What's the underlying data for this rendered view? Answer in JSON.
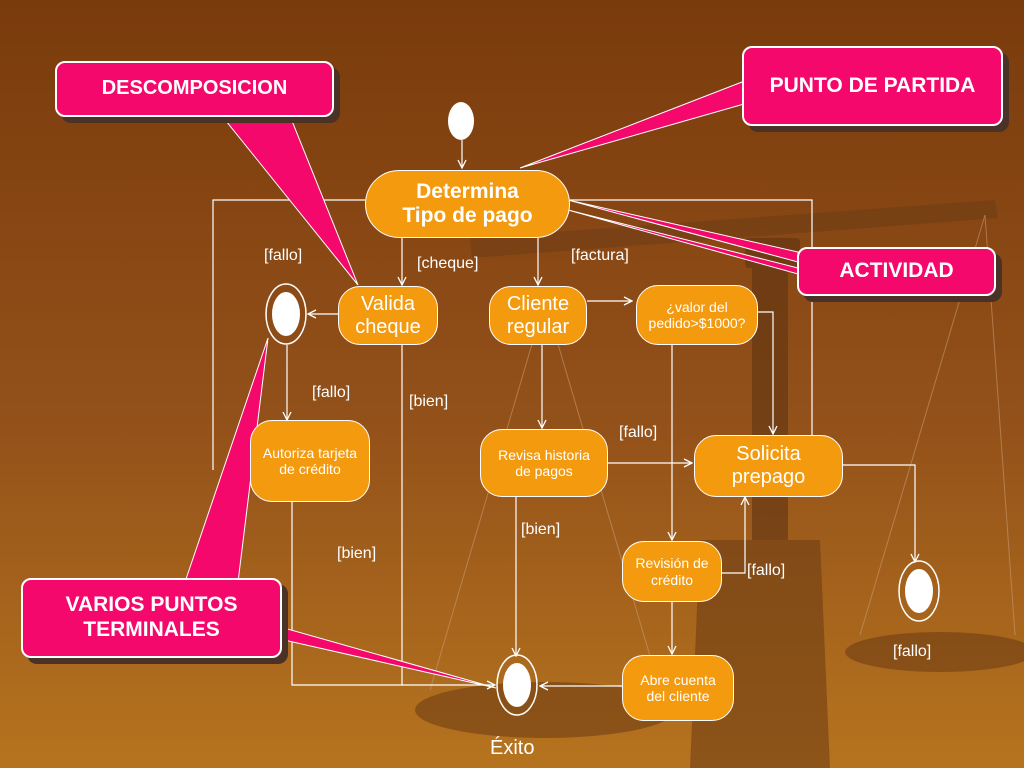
{
  "slide": {
    "background_top": "#7a3b0c",
    "background_bottom": "#b6741f"
  },
  "nodes": {
    "determina": {
      "line1": "Determina",
      "line2": "Tipo de pago"
    },
    "valida": {
      "line1": "Valida",
      "line2": "cheque"
    },
    "cliente": {
      "line1": "Cliente",
      "line2": "regular"
    },
    "valor": {
      "line1": "¿valor del",
      "line2": "pedido>$1000?"
    },
    "autoriza": {
      "line1": "Autoriza tarjeta",
      "line2": "de crédito"
    },
    "revisa": {
      "line1": "Revisa historia",
      "line2": "de pagos"
    },
    "solicita": {
      "line1": "Solicita",
      "line2": "prepago"
    },
    "revision": {
      "line1": "Revisión de",
      "line2": "crédito"
    },
    "abre": {
      "line1": "Abre cuenta",
      "line2": "del cliente"
    }
  },
  "guards": {
    "fallo_top": "[fallo]",
    "cheque": "[cheque]",
    "factura": "[factura]",
    "fallo_mid": "[fallo]",
    "bien_mid": "[bien]",
    "fallo_right": "[fallo]",
    "bien_revisa": "[bien]",
    "bien_left": "[bien]",
    "fallo_revision": "[fallo]",
    "fallo_terminal": "[fallo]",
    "exito": "Éxito"
  },
  "callouts": {
    "punto": {
      "line1": "PUNTO DE",
      "line2": "PARTIDA"
    },
    "descomposicion": {
      "line1": "DESCOMPOSICION"
    },
    "actividad": {
      "line1": "ACTIVIDAD"
    },
    "varios": {
      "line1": "VARIOS PUNTOS",
      "line2": "TERMINALES"
    }
  },
  "colors": {
    "node_fill": "#f39a0f",
    "callout_fill": "#f4086b",
    "line": "#ffffff"
  }
}
